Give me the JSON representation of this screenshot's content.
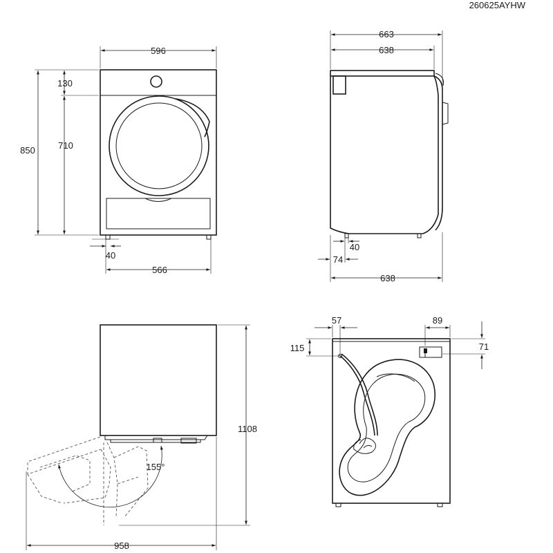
{
  "document": {
    "code": "260625AYHW"
  },
  "front_view": {
    "width_label": "596",
    "height_label": "850",
    "top_panel_label": "130",
    "door_height_label": "710",
    "foot_label": "40",
    "foot_span_label": "566"
  },
  "side_view": {
    "depth_total_label": "663",
    "depth_label": "638",
    "foot_label": "40",
    "rear_offset_label": "74",
    "base_depth_label": "638"
  },
  "door_view": {
    "height_label": "1108",
    "angle_label": "155°",
    "swing_width_label": "958"
  },
  "rear_view": {
    "left_offset_label": "57",
    "right_offset_label": "89",
    "left_height_label": "115",
    "right_height_label": "71"
  }
}
